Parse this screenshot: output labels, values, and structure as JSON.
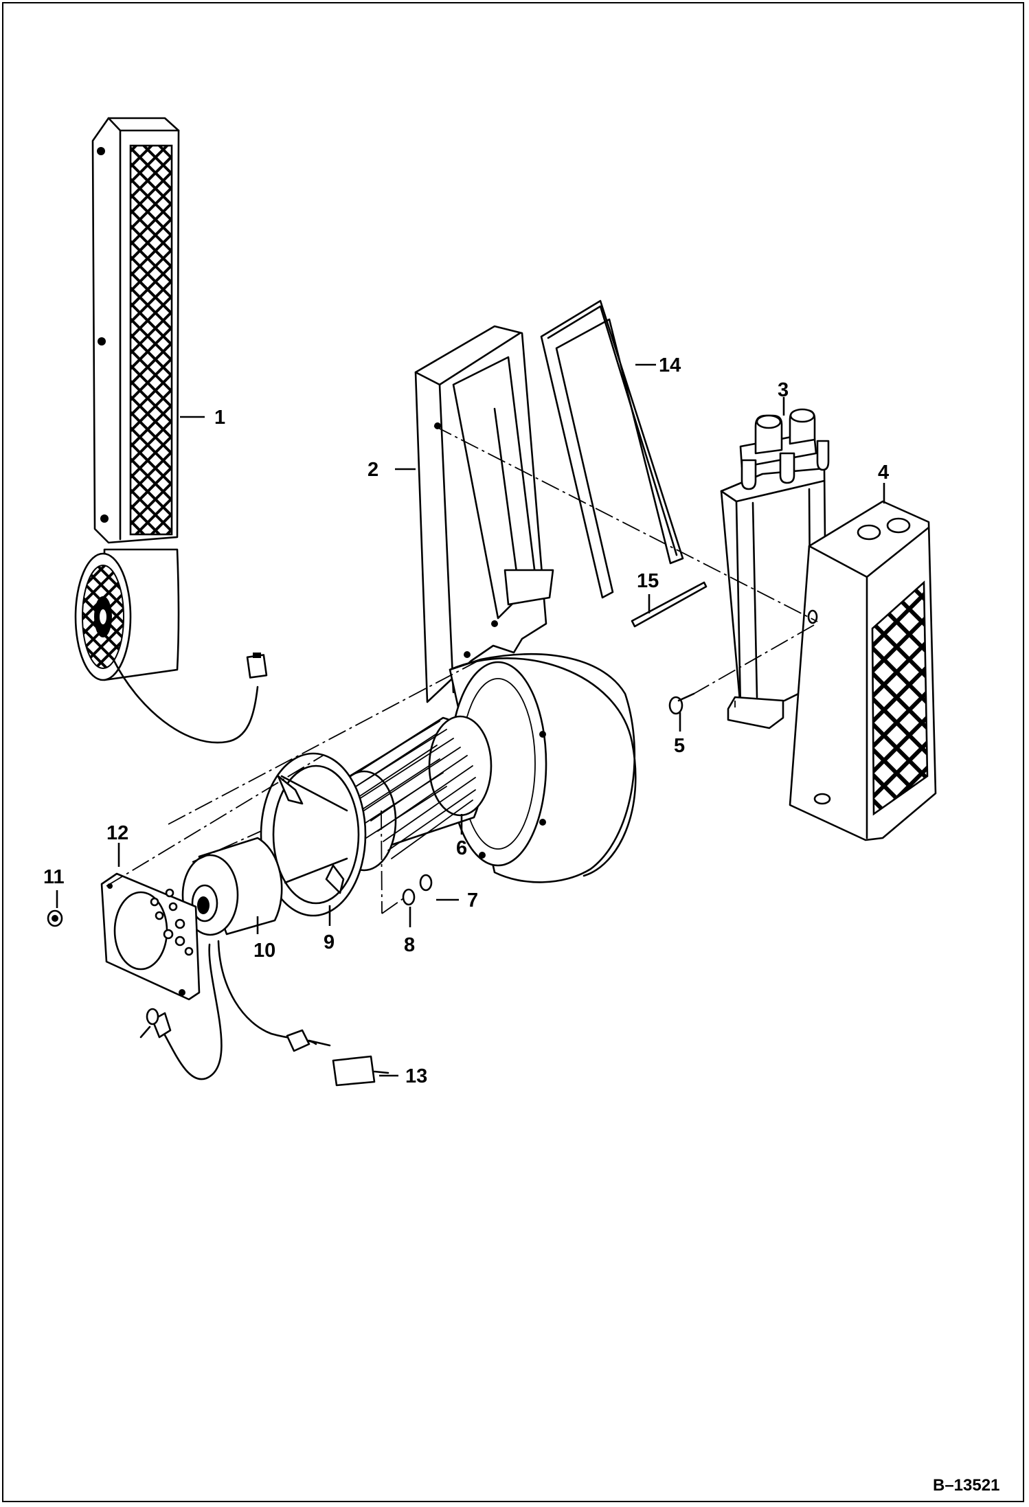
{
  "callouts": {
    "c1": "1",
    "c2": "2",
    "c3": "3",
    "c4": "4",
    "c5": "5",
    "c6": "6",
    "c7": "7",
    "c8": "8",
    "c9": "9",
    "c10": "10",
    "c11": "11",
    "c12": "12",
    "c13": "13",
    "c14": "14",
    "c15": "15"
  },
  "drawing_number": "B–13521"
}
